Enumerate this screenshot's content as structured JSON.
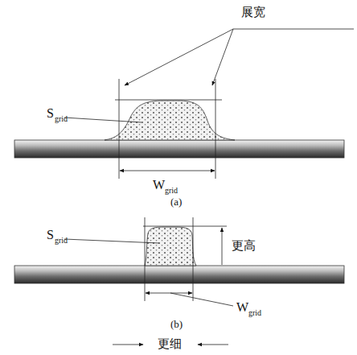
{
  "diagram": {
    "labels": [
      "展宽",
      "S",
      "grid",
      "W",
      "grid",
      "(a)",
      "S",
      "grid",
      "更高",
      "W",
      "grid",
      "更细",
      "(b)"
    ]
  }
}
